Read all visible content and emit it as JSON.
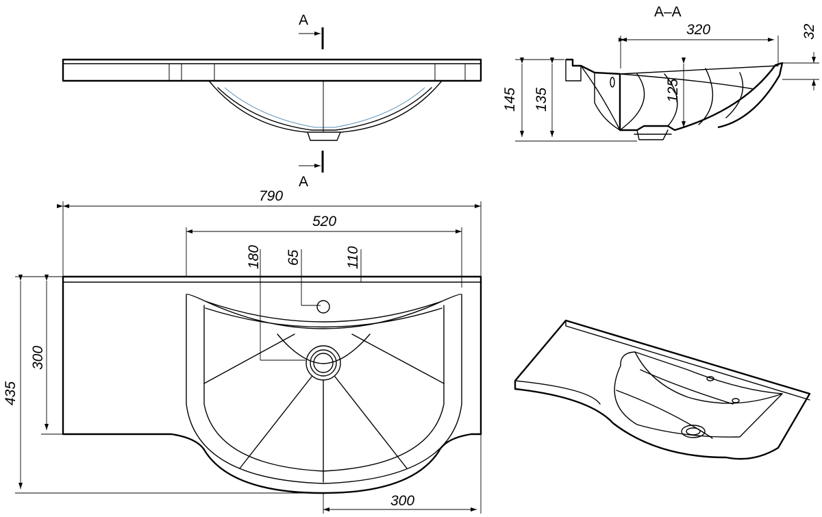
{
  "section_labels": {
    "cut_top": "A",
    "cut_bottom": "A",
    "section_title": "A–A"
  },
  "dimensions": {
    "overall_width": "790",
    "bowl_width": "520",
    "offset_left": "180",
    "tap_hole": "65",
    "offset_right": "110",
    "overall_depth": "435",
    "bowl_depth": "300",
    "bowl_offset_bottom": "300",
    "section_width": "320",
    "rim_thickness": "32",
    "total_height": "145",
    "body_height": "135",
    "bowl_height": "125"
  }
}
